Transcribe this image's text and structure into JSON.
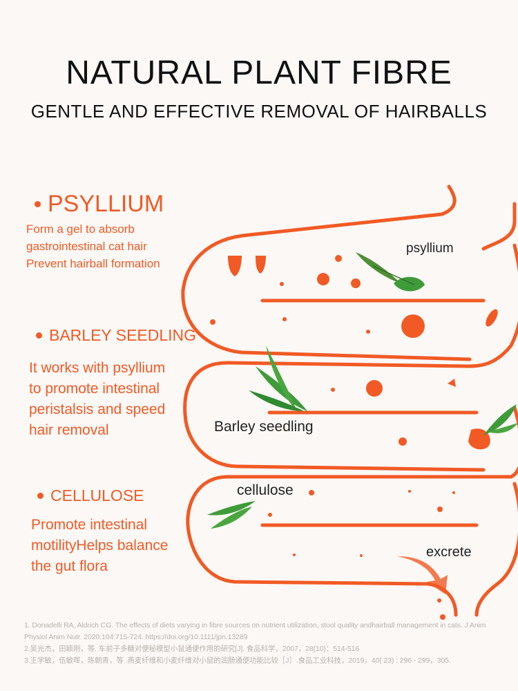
{
  "header": {
    "title": "NATURAL PLANT FIBRE",
    "subtitle": "GENTLE AND EFFECTIVE REMOVAL OF HAIRBALLS"
  },
  "ingredients": [
    {
      "name": "PSYLLIUM",
      "description": "Form a gel to absorb\ngastrointestinal cat hair\nPrevent hairball formation"
    },
    {
      "name": "BARLEY SEEDLING",
      "description": "It works with psyllium\nto promote intestinal\nperistalsis and speed\nhair removal"
    },
    {
      "name": "CELLULOSE",
      "description": "Promote intestinal\nmotilityHelps balance\nthe gut flora"
    }
  ],
  "diagram_labels": {
    "psyllium": "psyllium",
    "barley": "Barley seedling",
    "cellulose": "cellulose",
    "excrete": "excrete"
  },
  "references": [
    "1. Donadelli RA, Aldrich CG. The effects of diets varying in fibre sources on nutrient utilization, stool quality andhairball management in cats. J Anim Physiol Anim Nutr. 2020;104:715-724. https://doi.org/10.1111/jpn.13289",
    "2.吴光杰，田颖刚，等. 车前子多糖对便秘模型小鼠通便作用的研究[J]. 食品科学，2007，28(10)：514-516",
    "3.王学敏，伍敏晖，陈朝青，等 .燕麦纤维和小麦纤维对小鼠的润肠通便功能比较［J］.食品工业科技，2019，40( 23) : 296 - 299，305."
  ],
  "colors": {
    "accent": "#f15a24",
    "leaf": "#3f9b3a",
    "text": "#111111",
    "reference": "#b8b2ad"
  }
}
